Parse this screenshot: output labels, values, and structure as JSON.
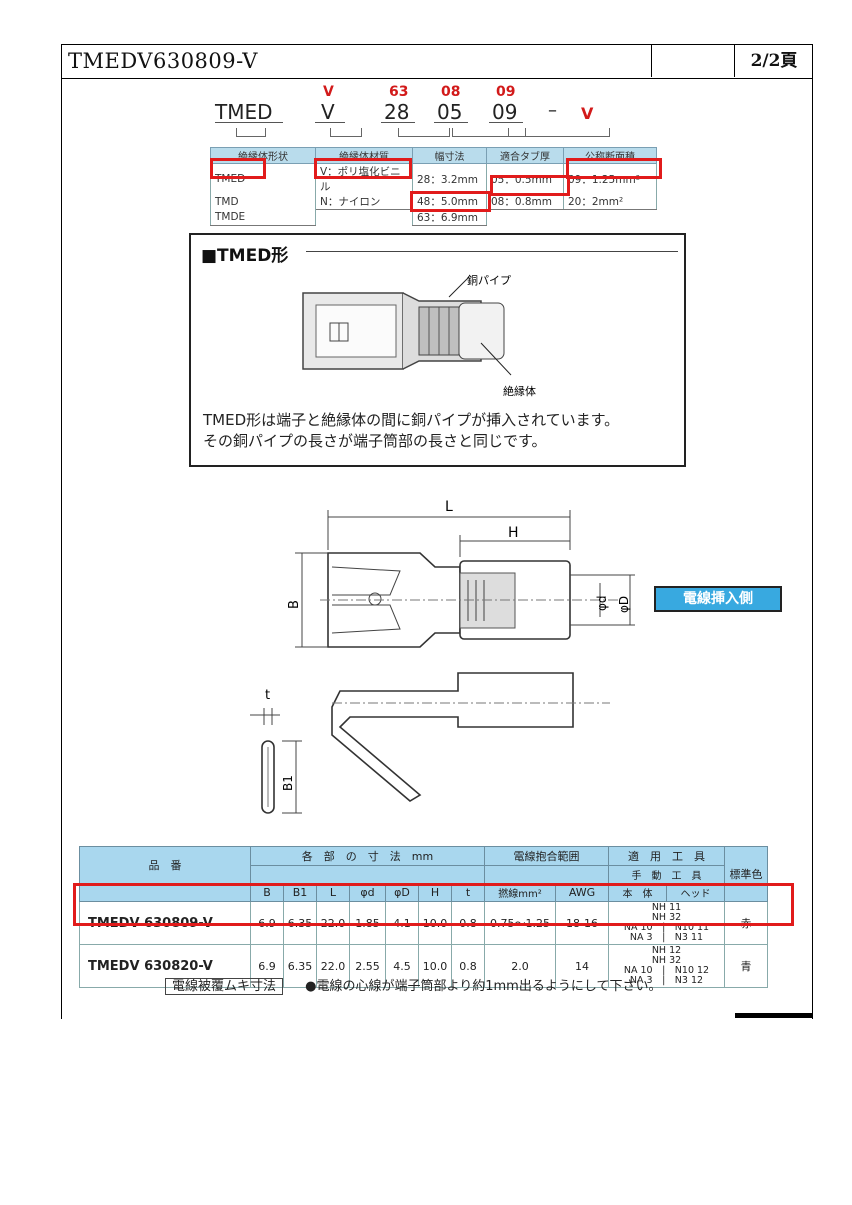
{
  "header": {
    "doc_title": "TMEDV630809-V",
    "page": "2/2頁"
  },
  "code": {
    "parts": [
      "TMED",
      "V",
      "28",
      "05",
      "09",
      "–",
      "V"
    ],
    "red": [
      "V",
      "63",
      "08",
      "09"
    ],
    "col_headers": [
      "絶縁体形状",
      "絶縁体材質",
      "幅寸法",
      "適合タブ厚",
      "公称断面積"
    ],
    "shape_options": [
      "TMED",
      "TMD",
      "TMDE"
    ],
    "material_options": [
      "V：ポリ塩化ビニル",
      "N：ナイロン"
    ],
    "width_options": [
      "28：3.2mm",
      "48：5.0mm",
      "63：6.9mm"
    ],
    "tab_options": [
      "05：0.5mm",
      "08：0.8mm"
    ],
    "area_options": [
      "09：1.25mm²",
      "20：2mm²"
    ]
  },
  "tmed": {
    "heading": "■TMED形",
    "label_pipe": "銅パイプ",
    "label_insulator": "絶縁体",
    "desc1": "TMED形は端子と絶縁体の間に銅パイプが挿入されています。",
    "desc2": "その銅パイプの長さが端子筒部の長さと同じです。"
  },
  "drawing": {
    "L": "L",
    "H": "H",
    "B": "B",
    "phid": "φd",
    "phiD": "φD",
    "t": "t",
    "B1": "B1"
  },
  "wire_side": "電線挿入側",
  "spec": {
    "h_part": "品　番",
    "h_dims": "各　部　の　寸　法　mm",
    "h_wire": "電線抱合範囲",
    "h_tool": "適　用　工　具",
    "h_tool_sub": "手　動　工　具",
    "h_color": "標準色",
    "cols": [
      "B",
      "B1",
      "L",
      "φd",
      "φD",
      "H",
      "t",
      "撚線mm²",
      "AWG",
      "本　体",
      "ヘッド"
    ],
    "rows": [
      {
        "part": "TMEDV 630809-V",
        "B": "6.9",
        "B1": "6.35",
        "L": "22.0",
        "d": "1.85",
        "D": "4.1",
        "H": "10.0",
        "t": "0.8",
        "mm2": "0.75〜1.25",
        "awg": "18-16",
        "tool1": "NH 11",
        "tool2": "NH 32",
        "tool3a": "NA 10",
        "tool3b": "N10 11",
        "tool4a": "NA 3",
        "tool4b": "N3 11",
        "color": "赤"
      },
      {
        "part": "TMEDV 630820-V",
        "B": "6.9",
        "B1": "6.35",
        "L": "22.0",
        "d": "2.55",
        "D": "4.5",
        "H": "10.0",
        "t": "0.8",
        "mm2": "2.0",
        "awg": "14",
        "tool1": "NH 12",
        "tool2": "NH 32",
        "tool3a": "NA 10",
        "tool3b": "N10 12",
        "tool4a": "NA 3",
        "tool4b": "N3 12",
        "color": "青"
      }
    ]
  },
  "note": {
    "boxed": "電線被覆ムキ寸法",
    "text": "●電線の心線が端子筒部より約1mm出るようにして下さい。"
  },
  "colors": {
    "red_highlight": "#e11b1b",
    "header_blue": "#a9d7ee",
    "wire_side_bg": "#38a9e0"
  }
}
